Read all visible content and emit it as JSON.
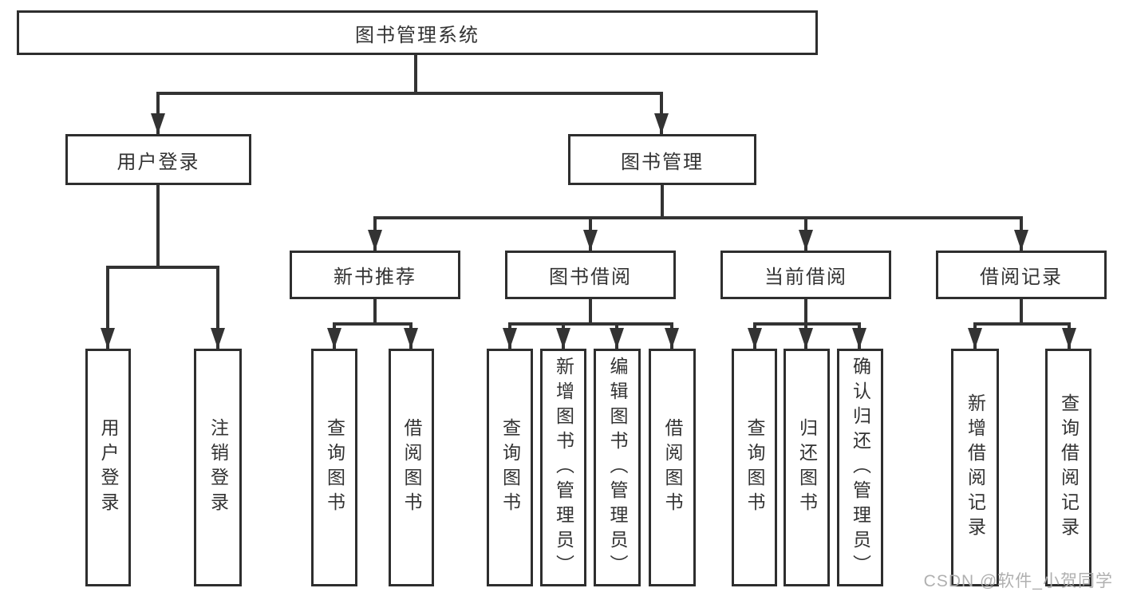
{
  "root": {
    "label": "图书管理系统"
  },
  "level2": [
    {
      "label": "用户登录"
    },
    {
      "label": "图书管理"
    }
  ],
  "level3": [
    {
      "label": "新书推荐"
    },
    {
      "label": "图书借阅"
    },
    {
      "label": "当前借阅"
    },
    {
      "label": "借阅记录"
    }
  ],
  "leaves": {
    "login": [
      {
        "label": "用户登录"
      },
      {
        "label": "注销登录"
      }
    ],
    "recommend": [
      {
        "label": "查询图书"
      },
      {
        "label": "借阅图书"
      }
    ],
    "borrow": [
      {
        "label": "查询图书"
      },
      {
        "label": "新增图书（管理员）"
      },
      {
        "label": "编辑图书（管理员）"
      },
      {
        "label": "借阅图书"
      }
    ],
    "current": [
      {
        "label": "查询图书"
      },
      {
        "label": "归还图书"
      },
      {
        "label": "确认归还（管理员）"
      }
    ],
    "records": [
      {
        "label": "新增借阅记录"
      },
      {
        "label": "查询借阅记录"
      }
    ]
  },
  "watermark": {
    "text": "CSDN @软件_小贺同学"
  },
  "colors": {
    "line": "#333333",
    "border": "#2e2e2e",
    "text": "#333333",
    "watermark": "#acacac",
    "background": "#ffffff"
  }
}
